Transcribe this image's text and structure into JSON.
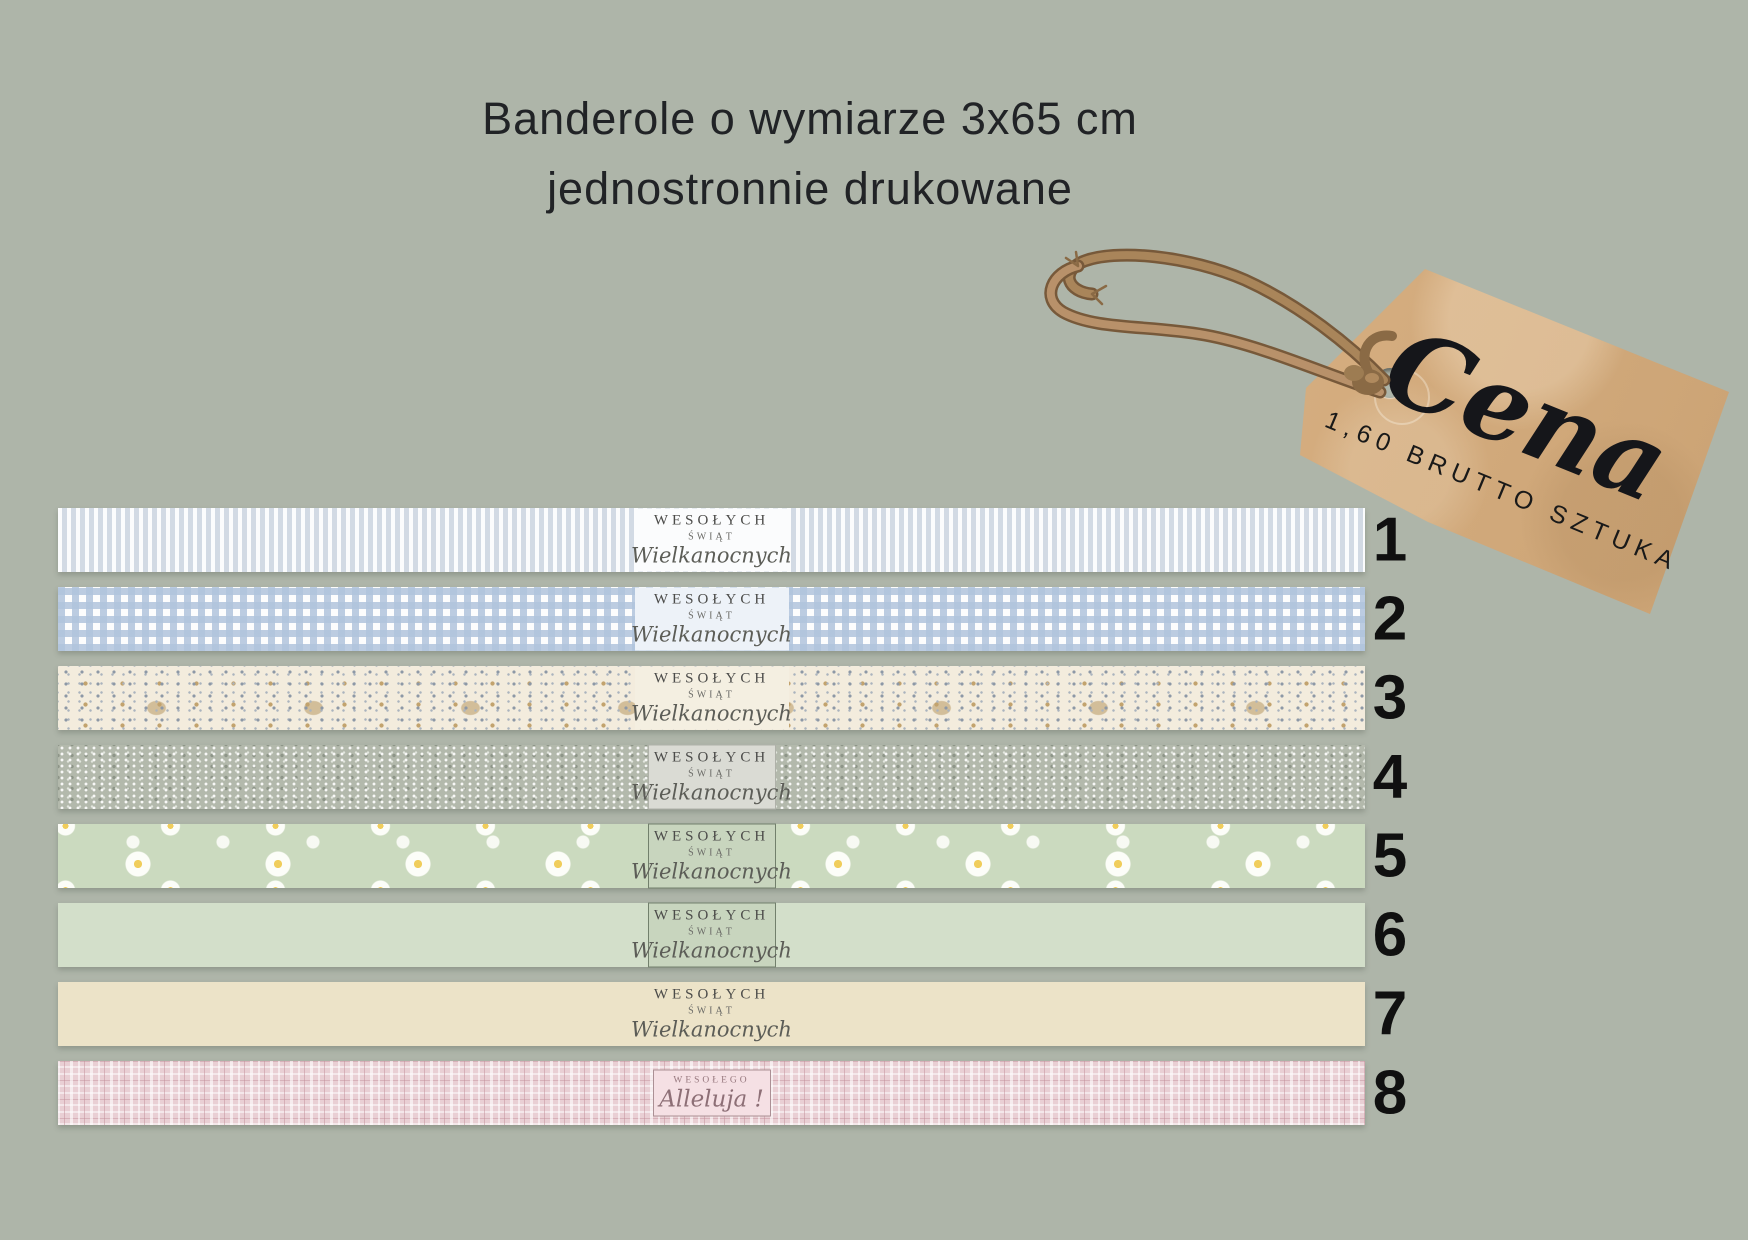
{
  "title": {
    "line1": "Banderole o wymiarze 3x65 cm",
    "line2": "jednostronnie drukowane"
  },
  "price_tag": {
    "heading": "Cena",
    "price_line": "1,60 BRUTTO SZTUKA"
  },
  "strips": [
    {
      "number": "1",
      "pattern": "stripes-blue",
      "label": {
        "line1": "WESOŁYCH",
        "line2": "ŚWIĄT",
        "line3": "Wielkanocnych"
      }
    },
    {
      "number": "2",
      "pattern": "gingham-blue",
      "label": {
        "line1": "WESOŁYCH",
        "line2": "ŚWIĄT",
        "line3": "Wielkanocnych"
      }
    },
    {
      "number": "3",
      "pattern": "floral-cream",
      "label": {
        "line1": "WESOŁYCH",
        "line2": "ŚWIĄT",
        "line3": "Wielkanocnych"
      }
    },
    {
      "number": "4",
      "pattern": "moss-gray",
      "label": {
        "line1": "WESOŁYCH",
        "line2": "ŚWIĄT",
        "line3": "Wielkanocnych"
      }
    },
    {
      "number": "5",
      "pattern": "daisies-green",
      "label": {
        "line1": "WESOŁYCH",
        "line2": "ŚWIĄT",
        "line3": "Wielkanocnych"
      }
    },
    {
      "number": "6",
      "pattern": "plain-green",
      "label": {
        "line1": "WESOŁYCH",
        "line2": "ŚWIĄT",
        "line3": "Wielkanocnych"
      }
    },
    {
      "number": "7",
      "pattern": "plain-cream",
      "label": {
        "line1": "WESOŁYCH",
        "line2": "ŚWIĄT",
        "line3": "Wielkanocnych"
      }
    },
    {
      "number": "8",
      "pattern": "plaid-pink",
      "label": {
        "line1": "WESOŁEGO",
        "line2": "",
        "line3": "Alleluja !"
      }
    }
  ],
  "colors": {
    "background": "#aeb5a9",
    "tag_kraft": "#d3ac7e",
    "title_text": "#212326",
    "number_text": "#101010",
    "twine": "#9a7950"
  }
}
